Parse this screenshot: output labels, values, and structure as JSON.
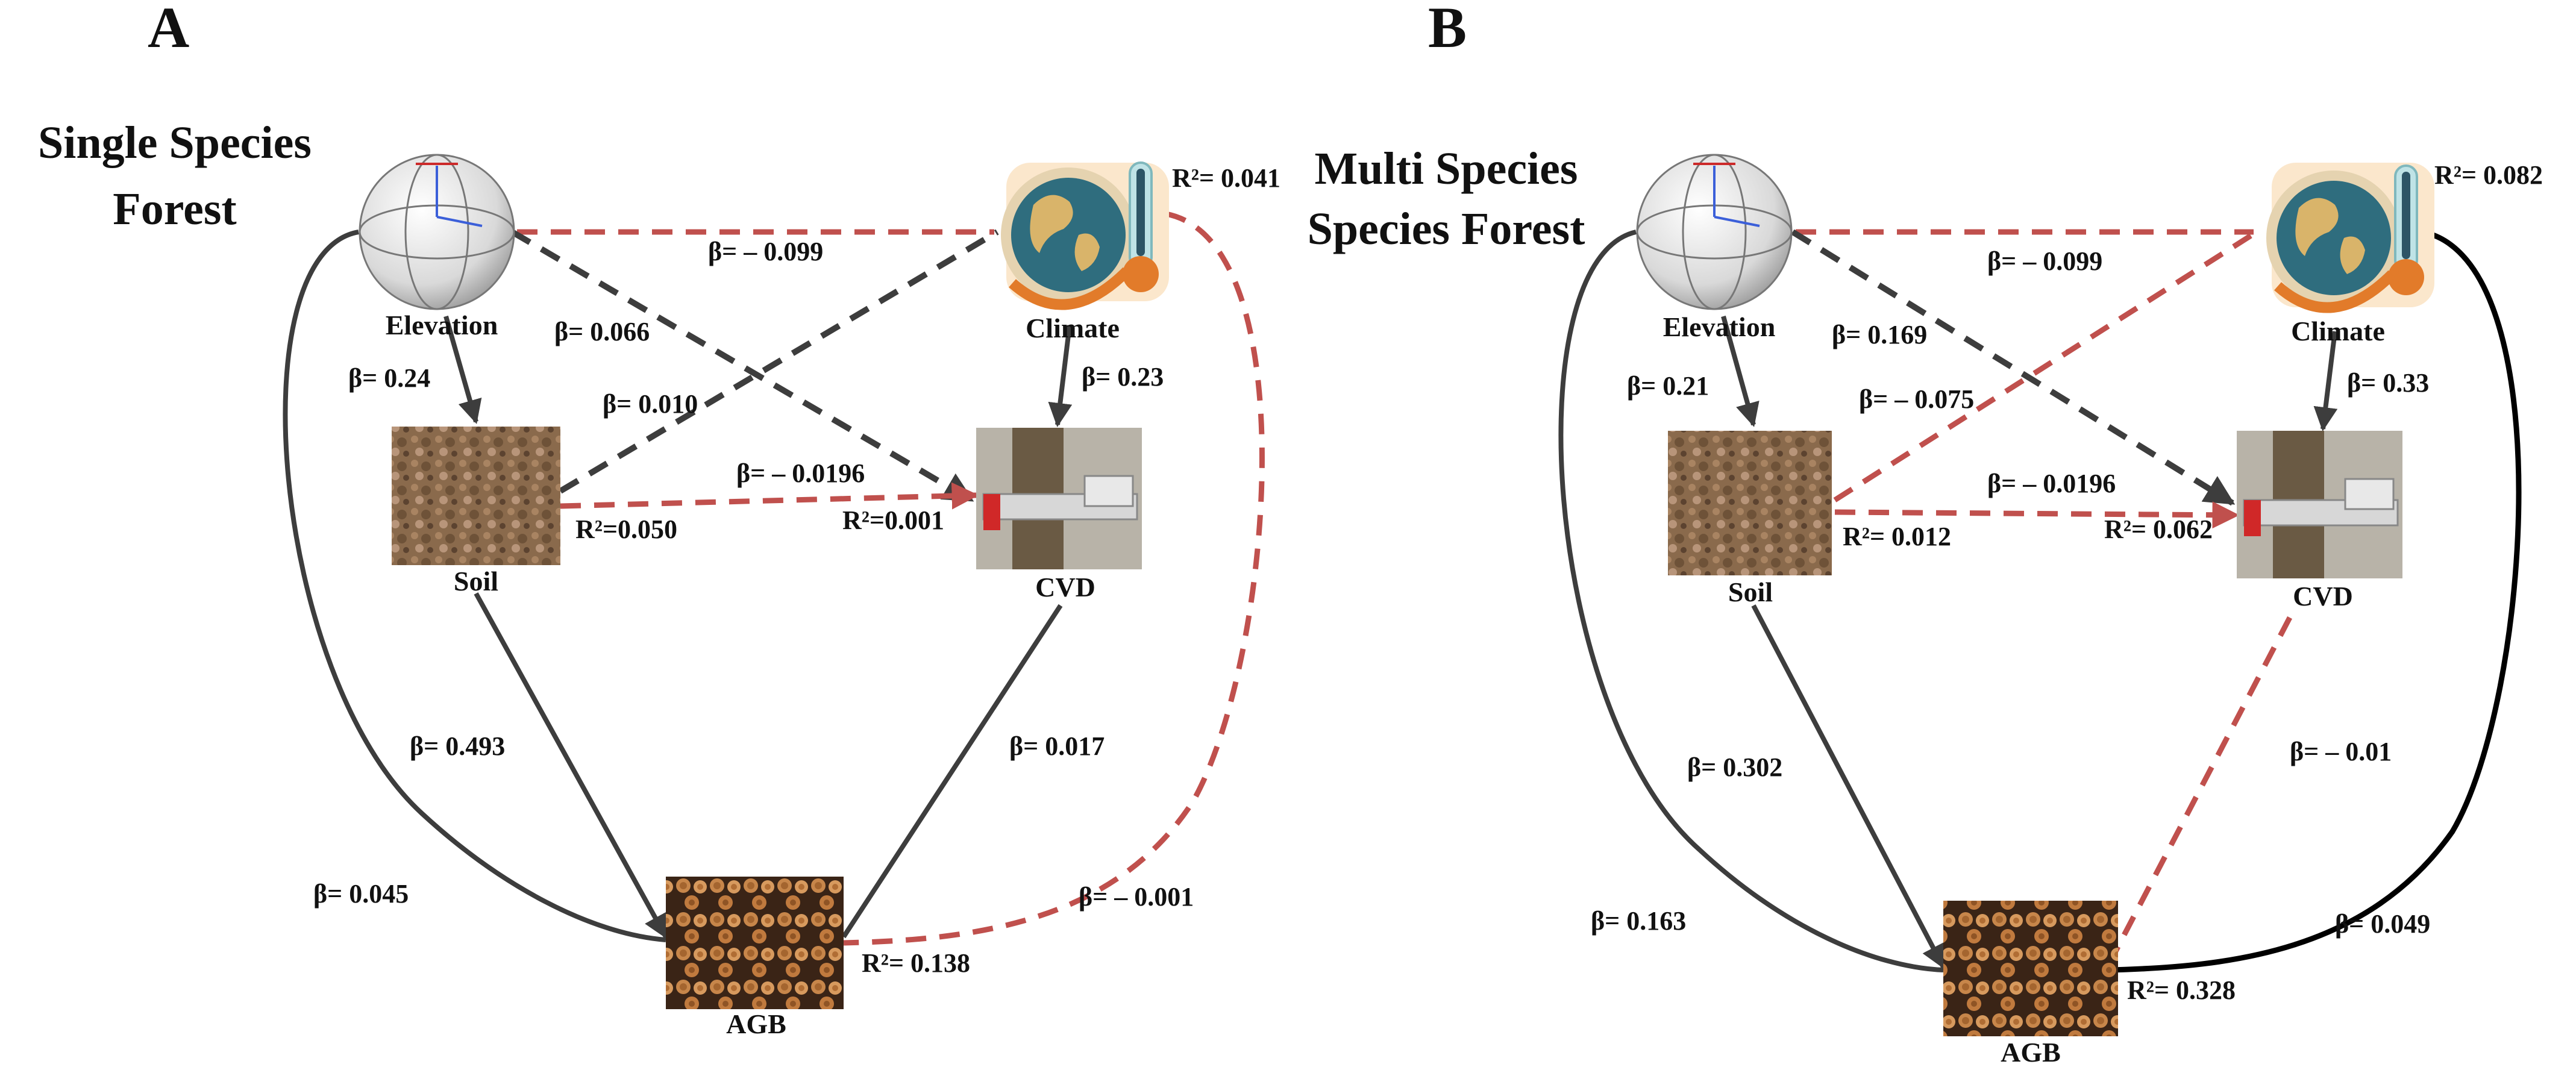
{
  "colors": {
    "positive_path": "#3d3d3d",
    "strong_path": "#000000",
    "negative_path": "#c0504d",
    "nonsig_path": "#3d3d3d"
  },
  "panels": [
    {
      "letter": "A",
      "title_line1": "Single Species",
      "title_line2": "Forest",
      "nodes": {
        "elevation": {
          "label": "Elevation",
          "icon": "globe-icon"
        },
        "climate": {
          "label": "Climate",
          "icon": "earth-thermometer-icon"
        },
        "soil": {
          "label": "Soil",
          "icon": "soil-photo"
        },
        "cvd": {
          "label": "CVD",
          "icon": "caliper-tree-photo"
        },
        "agb": {
          "label": "AGB",
          "icon": "log-pile-photo"
        }
      },
      "r2": {
        "climate": "R²= 0.041",
        "soil": "R²=0.050",
        "cvd": "R²=0.001",
        "agb": "R²= 0.138"
      },
      "paths": [
        {
          "from": "elevation",
          "to": "climate",
          "beta": "β= – 0.099",
          "style": "negative-dashed"
        },
        {
          "from": "elevation",
          "to": "cvd",
          "beta": "β= 0.066",
          "style": "nonsig-dashed"
        },
        {
          "from": "elevation",
          "to": "soil",
          "beta": "β= 0.24",
          "style": "solid"
        },
        {
          "from": "soil",
          "to": "climate",
          "beta": "β= 0.010",
          "style": "nonsig-dashed"
        },
        {
          "from": "soil",
          "to": "cvd",
          "beta": "β= – 0.0196",
          "style": "negative-dashed"
        },
        {
          "from": "climate",
          "to": "cvd",
          "beta": "β= 0.23",
          "style": "solid"
        },
        {
          "from": "soil",
          "to": "agb",
          "beta": "β= 0.493",
          "style": "solid"
        },
        {
          "from": "cvd",
          "to": "agb",
          "beta": "β= 0.017",
          "style": "solid"
        },
        {
          "from": "elevation",
          "to": "agb",
          "beta": "β= 0.045",
          "style": "solid"
        },
        {
          "from": "climate",
          "to": "agb",
          "beta": "β= – 0.001",
          "style": "negative-dashed"
        }
      ]
    },
    {
      "letter": "B",
      "title_line1": "Multi Species",
      "title_line2": "Species Forest",
      "nodes": {
        "elevation": {
          "label": "Elevation",
          "icon": "globe-icon"
        },
        "climate": {
          "label": "Climate",
          "icon": "earth-thermometer-icon"
        },
        "soil": {
          "label": "Soil",
          "icon": "soil-photo"
        },
        "cvd": {
          "label": "CVD",
          "icon": "caliper-tree-photo"
        },
        "agb": {
          "label": "AGB",
          "icon": "log-pile-photo"
        }
      },
      "r2": {
        "climate": "R²= 0.082",
        "soil": "R²= 0.012",
        "cvd": "R²= 0.062",
        "agb": "R²= 0.328"
      },
      "paths": [
        {
          "from": "elevation",
          "to": "climate",
          "beta": "β= – 0.099",
          "style": "negative-dashed"
        },
        {
          "from": "elevation",
          "to": "cvd",
          "beta": "β= 0.169",
          "style": "nonsig-dashed"
        },
        {
          "from": "elevation",
          "to": "soil",
          "beta": "β= 0.21",
          "style": "solid"
        },
        {
          "from": "soil",
          "to": "climate",
          "beta": "β= – 0.075",
          "style": "negative-dashed"
        },
        {
          "from": "soil",
          "to": "cvd",
          "beta": "β= – 0.0196",
          "style": "negative-dashed"
        },
        {
          "from": "climate",
          "to": "cvd",
          "beta": "β= 0.33",
          "style": "solid"
        },
        {
          "from": "soil",
          "to": "agb",
          "beta": "β= 0.302",
          "style": "solid"
        },
        {
          "from": "cvd",
          "to": "agb",
          "beta": "β= – 0.01",
          "style": "negative-dashed"
        },
        {
          "from": "elevation",
          "to": "agb",
          "beta": "β= 0.163",
          "style": "solid"
        },
        {
          "from": "climate",
          "to": "agb",
          "beta": "β= 0.049",
          "style": "solid-black"
        }
      ]
    }
  ]
}
